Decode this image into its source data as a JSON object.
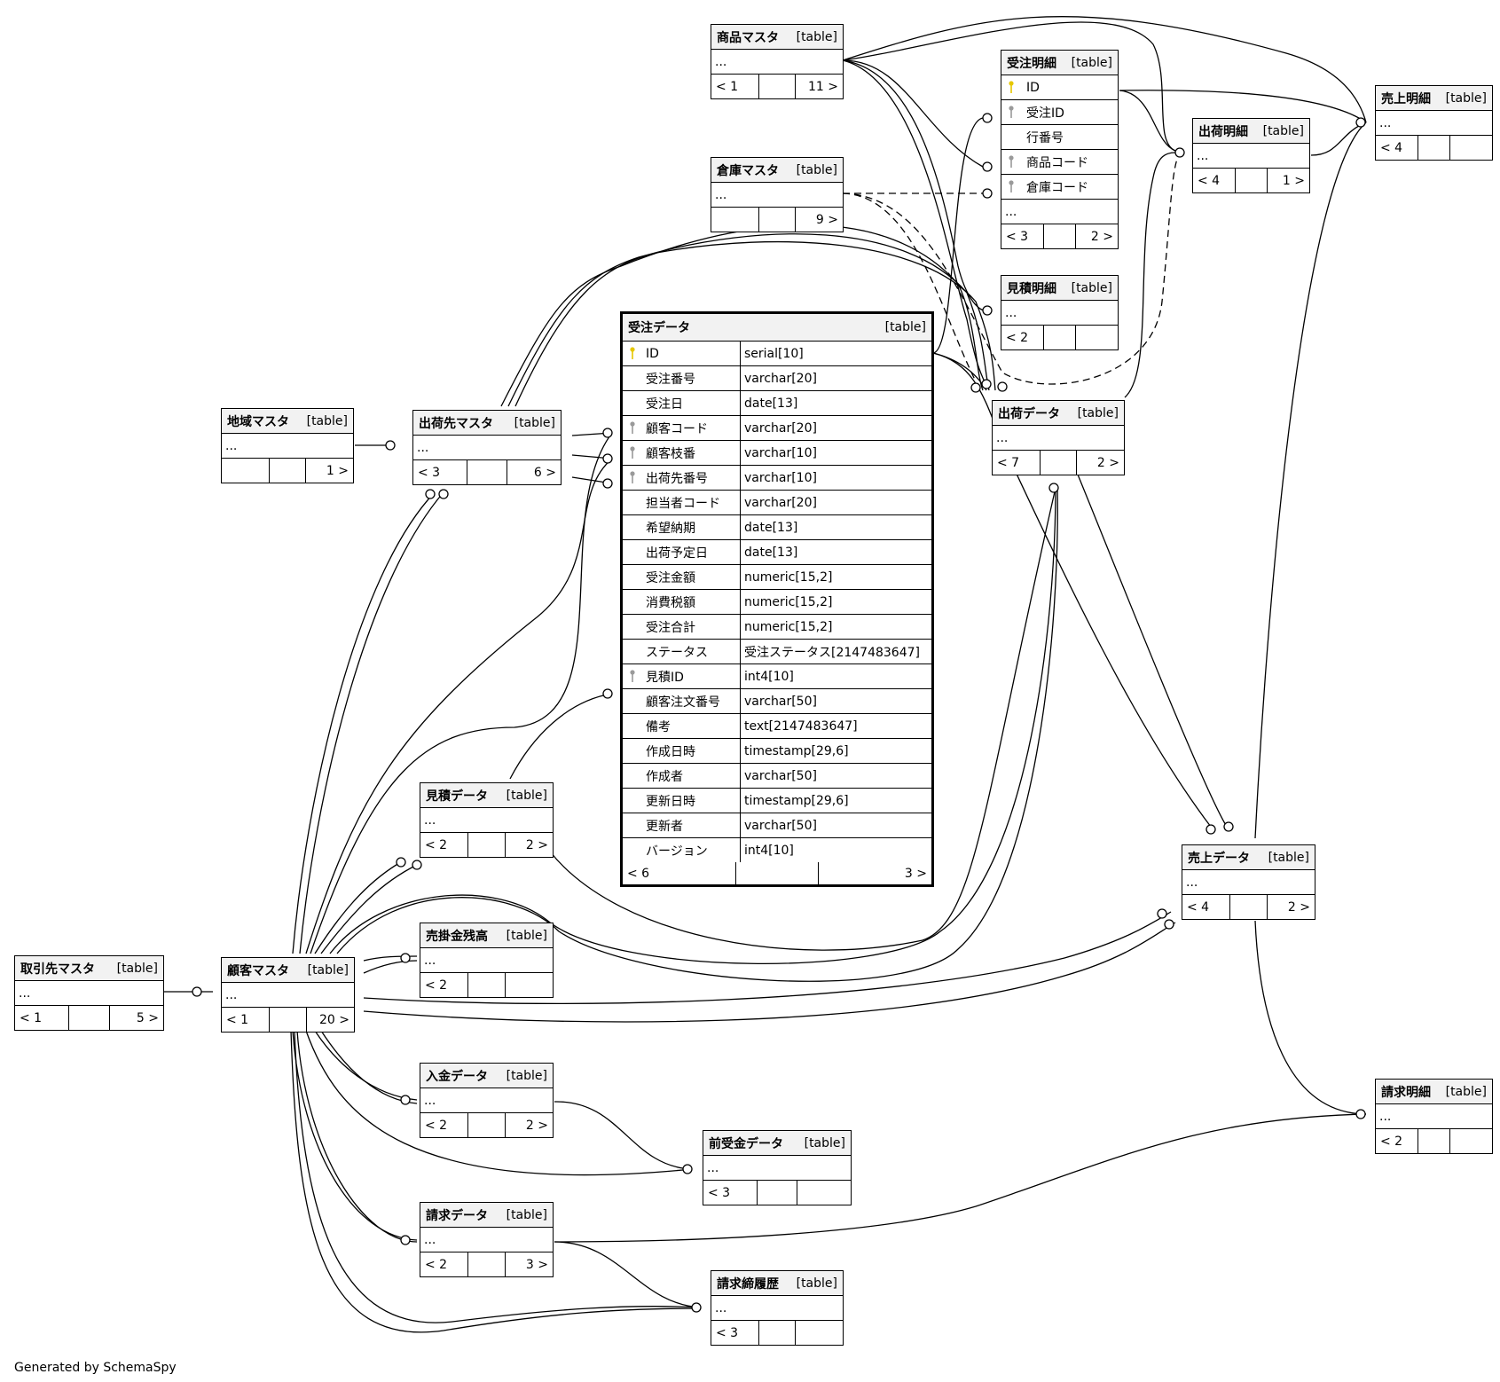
{
  "table_tag": "[table]",
  "ellipsis": "...",
  "footer_note": "Generated by SchemaSpy",
  "colors": {
    "pk_key": "#e6c700",
    "fk_key": "#9a9a9a",
    "header_bg": "#f2f2f2"
  },
  "main_table": {
    "name": "受注データ",
    "columns": [
      {
        "name": "ID",
        "type": "serial[10]",
        "key": "pk"
      },
      {
        "name": "受注番号",
        "type": "varchar[20]",
        "key": ""
      },
      {
        "name": "受注日",
        "type": "date[13]",
        "key": ""
      },
      {
        "name": "顧客コード",
        "type": "varchar[20]",
        "key": "fk"
      },
      {
        "name": "顧客枝番",
        "type": "varchar[10]",
        "key": "fk"
      },
      {
        "name": "出荷先番号",
        "type": "varchar[10]",
        "key": "fk"
      },
      {
        "name": "担当者コード",
        "type": "varchar[20]",
        "key": ""
      },
      {
        "name": "希望納期",
        "type": "date[13]",
        "key": ""
      },
      {
        "name": "出荷予定日",
        "type": "date[13]",
        "key": ""
      },
      {
        "name": "受注金額",
        "type": "numeric[15,2]",
        "key": ""
      },
      {
        "name": "消費税額",
        "type": "numeric[15,2]",
        "key": ""
      },
      {
        "name": "受注合計",
        "type": "numeric[15,2]",
        "key": ""
      },
      {
        "name": "ステータス",
        "type": "受注ステータス[2147483647]",
        "key": ""
      },
      {
        "name": "見積ID",
        "type": "int4[10]",
        "key": "fk"
      },
      {
        "name": "顧客注文番号",
        "type": "varchar[50]",
        "key": ""
      },
      {
        "name": "備考",
        "type": "text[2147483647]",
        "key": ""
      },
      {
        "name": "作成日時",
        "type": "timestamp[29,6]",
        "key": ""
      },
      {
        "name": "作成者",
        "type": "varchar[50]",
        "key": ""
      },
      {
        "name": "更新日時",
        "type": "timestamp[29,6]",
        "key": ""
      },
      {
        "name": "更新者",
        "type": "varchar[50]",
        "key": ""
      },
      {
        "name": "バージョン",
        "type": "int4[10]",
        "key": ""
      }
    ],
    "parents": "< 6",
    "children": "3 >"
  },
  "order_detail": {
    "name": "受注明細",
    "columns": [
      {
        "name": "ID",
        "key": "pk"
      },
      {
        "name": "受注ID",
        "key": "fk"
      },
      {
        "name": "行番号",
        "key": ""
      },
      {
        "name": "商品コード",
        "key": "fk"
      },
      {
        "name": "倉庫コード",
        "key": "fk"
      }
    ],
    "parents": "< 3",
    "children": "2 >"
  },
  "tables": [
    {
      "id": "product",
      "name": "商品マスタ",
      "parents": "< 1",
      "children": "11 >"
    },
    {
      "id": "warehouse",
      "name": "倉庫マスタ",
      "parents": "",
      "children": "9 >"
    },
    {
      "id": "sales_detail",
      "name": "売上明細",
      "parents": "< 4",
      "children": ""
    },
    {
      "id": "ship_detail",
      "name": "出荷明細",
      "parents": "< 4",
      "children": "1 >"
    },
    {
      "id": "quote_detail",
      "name": "見積明細",
      "parents": "< 2",
      "children": ""
    },
    {
      "id": "shipment",
      "name": "出荷データ",
      "parents": "< 7",
      "children": "2 >"
    },
    {
      "id": "region",
      "name": "地域マスタ",
      "parents": "",
      "children": "1 >"
    },
    {
      "id": "ship_dest",
      "name": "出荷先マスタ",
      "parents": "< 3",
      "children": "6 >"
    },
    {
      "id": "quote",
      "name": "見積データ",
      "parents": "< 2",
      "children": "2 >"
    },
    {
      "id": "ar_balance",
      "name": "売掛金残高",
      "parents": "< 2",
      "children": ""
    },
    {
      "id": "partner",
      "name": "取引先マスタ",
      "parents": "< 1",
      "children": "5 >"
    },
    {
      "id": "customer",
      "name": "顧客マスタ",
      "parents": "< 1",
      "children": "20 >"
    },
    {
      "id": "sales",
      "name": "売上データ",
      "parents": "< 4",
      "children": "2 >"
    },
    {
      "id": "payment",
      "name": "入金データ",
      "parents": "< 2",
      "children": "2 >"
    },
    {
      "id": "advance",
      "name": "前受金データ",
      "parents": "< 3",
      "children": ""
    },
    {
      "id": "invoice",
      "name": "請求データ",
      "parents": "< 2",
      "children": "3 >"
    },
    {
      "id": "invoice_detail",
      "name": "請求明細",
      "parents": "< 2",
      "children": ""
    },
    {
      "id": "closing",
      "name": "請求締履歴",
      "parents": "< 3",
      "children": ""
    }
  ]
}
